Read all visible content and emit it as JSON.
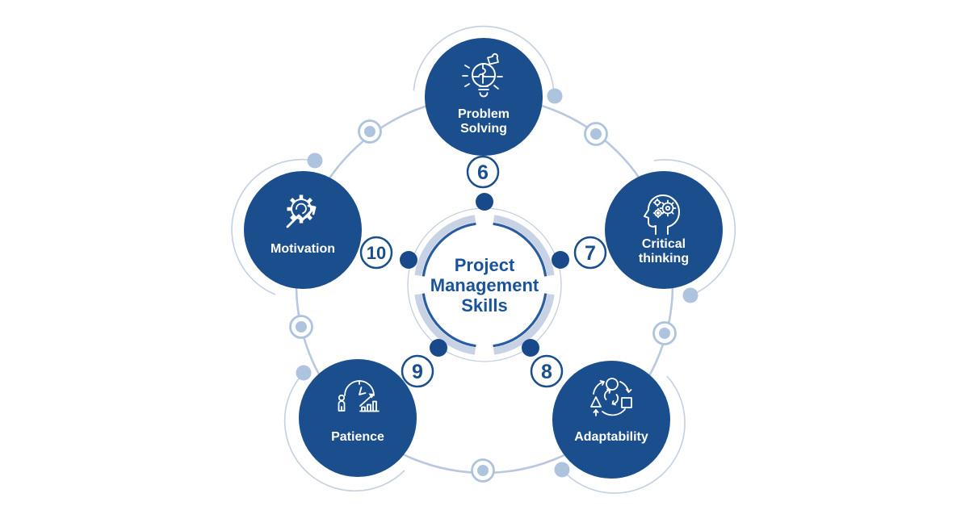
{
  "diagram": {
    "center": {
      "lines": [
        "Project",
        "Management",
        "Skills"
      ]
    },
    "skills": [
      {
        "id": "problem-solving",
        "label": "Problem Solving",
        "lines": [
          "Problem",
          "Solving"
        ],
        "number": "6",
        "icon": "lightbulb-puzzle-icon"
      },
      {
        "id": "critical-thinking",
        "label": "Critical thinking",
        "lines": [
          "Critical",
          "thinking"
        ],
        "number": "7",
        "icon": "head-gears-icon"
      },
      {
        "id": "adaptability",
        "label": "Adaptability",
        "lines": [
          "Adaptability"
        ],
        "number": "8",
        "icon": "shapes-cycle-icon"
      },
      {
        "id": "patience",
        "label": "Patience",
        "lines": [
          "Patience"
        ],
        "number": "9",
        "icon": "clock-person-chart-icon"
      },
      {
        "id": "motivation",
        "label": "Motivation",
        "lines": [
          "Motivation"
        ],
        "number": "10",
        "icon": "gear-arrow-icon"
      }
    ],
    "colors": {
      "primary": "#1b4e8c",
      "dot_dark": "#17498b",
      "ring_dark": "#2a5ca1",
      "ring_light": "#c7d2e4",
      "arc_light": "#b9c8e0",
      "dot_light": "#aec3de",
      "label_text": "#ffffff"
    }
  }
}
